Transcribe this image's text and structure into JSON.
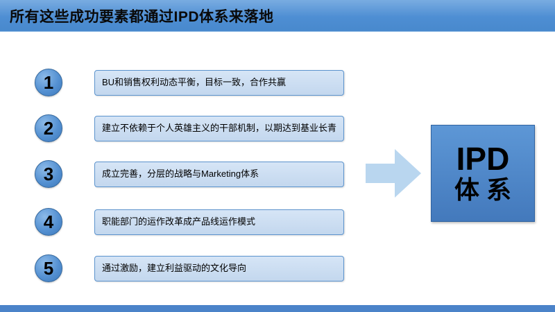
{
  "title": "所有这些成功要素都通过IPD体系来落地",
  "items": [
    {
      "number": "1",
      "text": "BU和销售权利动态平衡，目标一致，合作共赢"
    },
    {
      "number": "2",
      "text": "建立不依赖于个人英雄主义的干部机制，以期达到基业长青"
    },
    {
      "number": "3",
      "text": "成立完善，分层的战略与Marketing体系"
    },
    {
      "number": "4",
      "text": "职能部门的运作改革成产品线运作模式"
    },
    {
      "number": "5",
      "text": "通过激励，建立利益驱动的文化导向"
    }
  ],
  "result_box": {
    "line1": "IPD",
    "line2": "体 系"
  },
  "icons": {
    "arrow": "right-block-arrow"
  },
  "colors": {
    "top_bar": "#4e8ed3",
    "bottom_bar": "#4b83c9",
    "circle_fill": "#5591d2",
    "box_fill": "#c6d9f1",
    "box_border": "#5b93cd",
    "arrow_fill": "#b9d6ef",
    "ipd_box_fill": "#4a86c8",
    "title_text": "#0a0a0a"
  }
}
